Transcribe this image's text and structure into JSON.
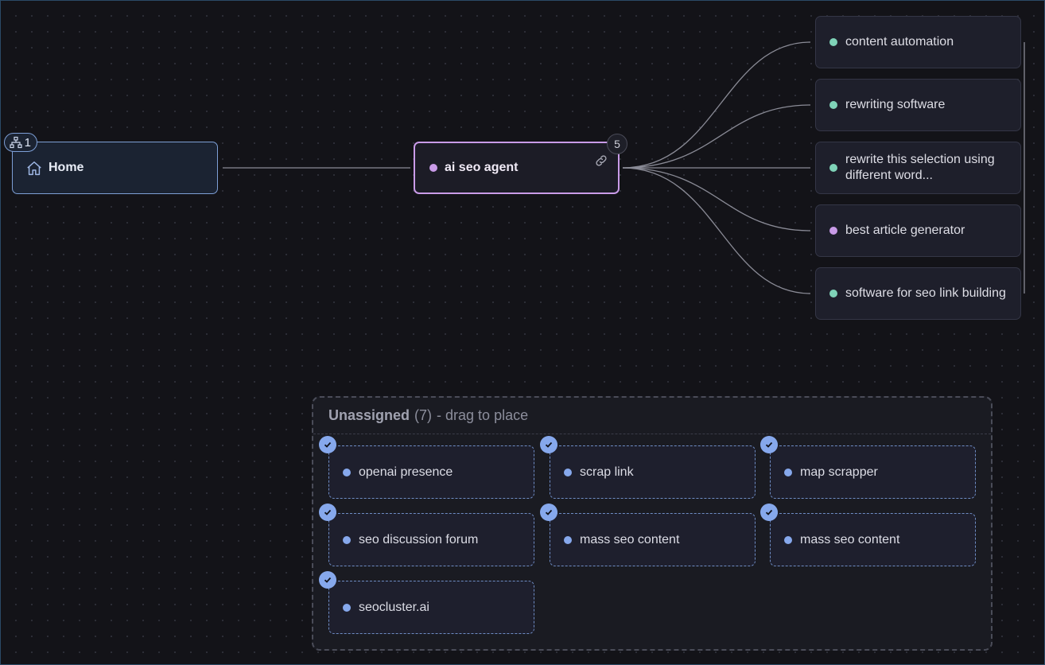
{
  "home": {
    "label": "Home",
    "badge_count": "1"
  },
  "agent": {
    "label": "ai seo agent",
    "child_count": "5",
    "dot_color": "#c99be8"
  },
  "children": [
    {
      "label": "content automation",
      "dot_color": "#7fd3b8"
    },
    {
      "label": "rewriting software",
      "dot_color": "#7fd3b8"
    },
    {
      "label": "rewrite this selection using different word...",
      "dot_color": "#7fd3b8"
    },
    {
      "label": "best article generator",
      "dot_color": "#c99be8"
    },
    {
      "label": "software for seo link building",
      "dot_color": "#7fd3b8"
    }
  ],
  "unassigned": {
    "title": "Unassigned",
    "count": "(7)",
    "hint": "- drag to place",
    "items": [
      {
        "label": "openai presence"
      },
      {
        "label": "scrap link"
      },
      {
        "label": "map scrapper"
      },
      {
        "label": "seo discussion forum"
      },
      {
        "label": "mass seo content"
      },
      {
        "label": "mass seo content"
      },
      {
        "label": "seocluster.ai"
      }
    ]
  },
  "colors": {
    "accent_blue": "#7d9fd6",
    "accent_purple": "#c99be8",
    "accent_teal": "#7fd3b8"
  }
}
